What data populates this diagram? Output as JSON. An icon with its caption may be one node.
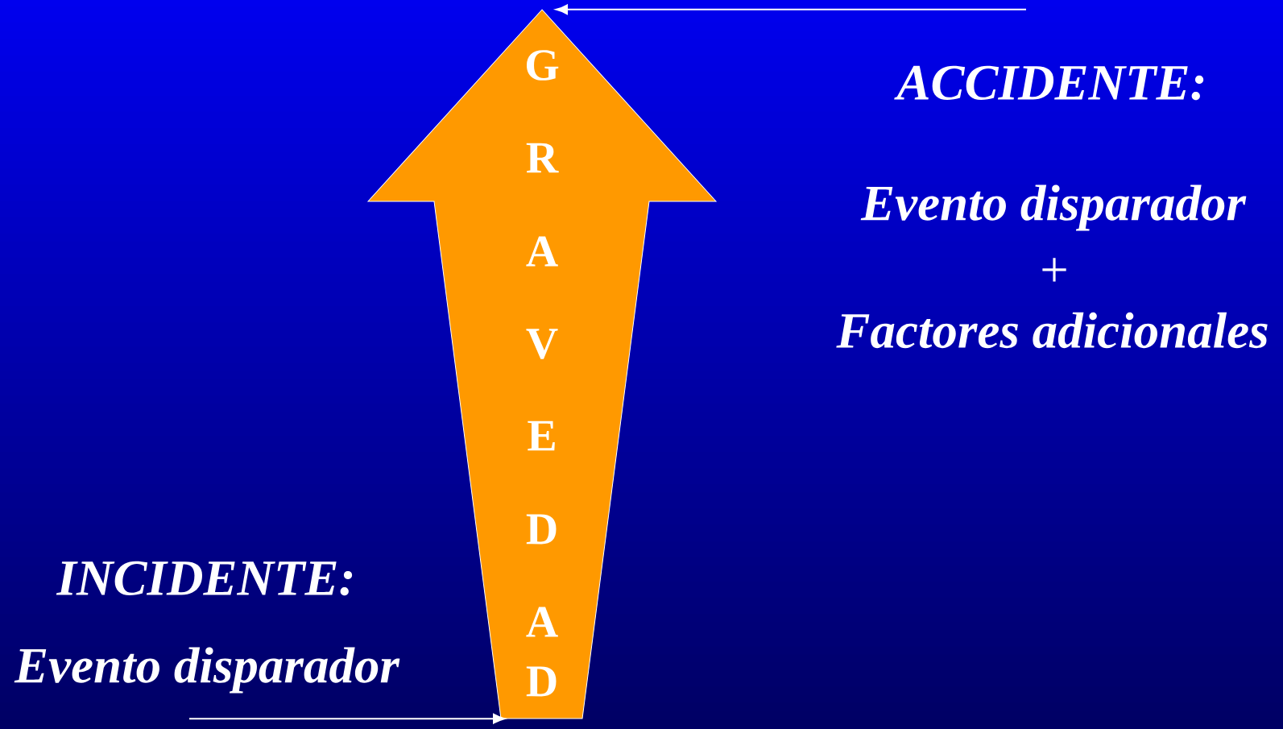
{
  "diagram": {
    "nodes": [
      {
        "text": [
          "G",
          "R",
          "A",
          "V",
          "E",
          "D",
          "A",
          "D"
        ]
      },
      {
        "text": [
          "ACCIDENTE:",
          "Evento disparador",
          "+",
          "Factores adicionales"
        ]
      },
      {
        "text": [
          "INCIDENTE:",
          "Evento disparador"
        ]
      }
    ],
    "edges": [
      {
        "from": 1,
        "to": 0,
        "arrow": "to"
      },
      {
        "from": 2,
        "to": 0,
        "arrow": "to"
      }
    ]
  }
}
